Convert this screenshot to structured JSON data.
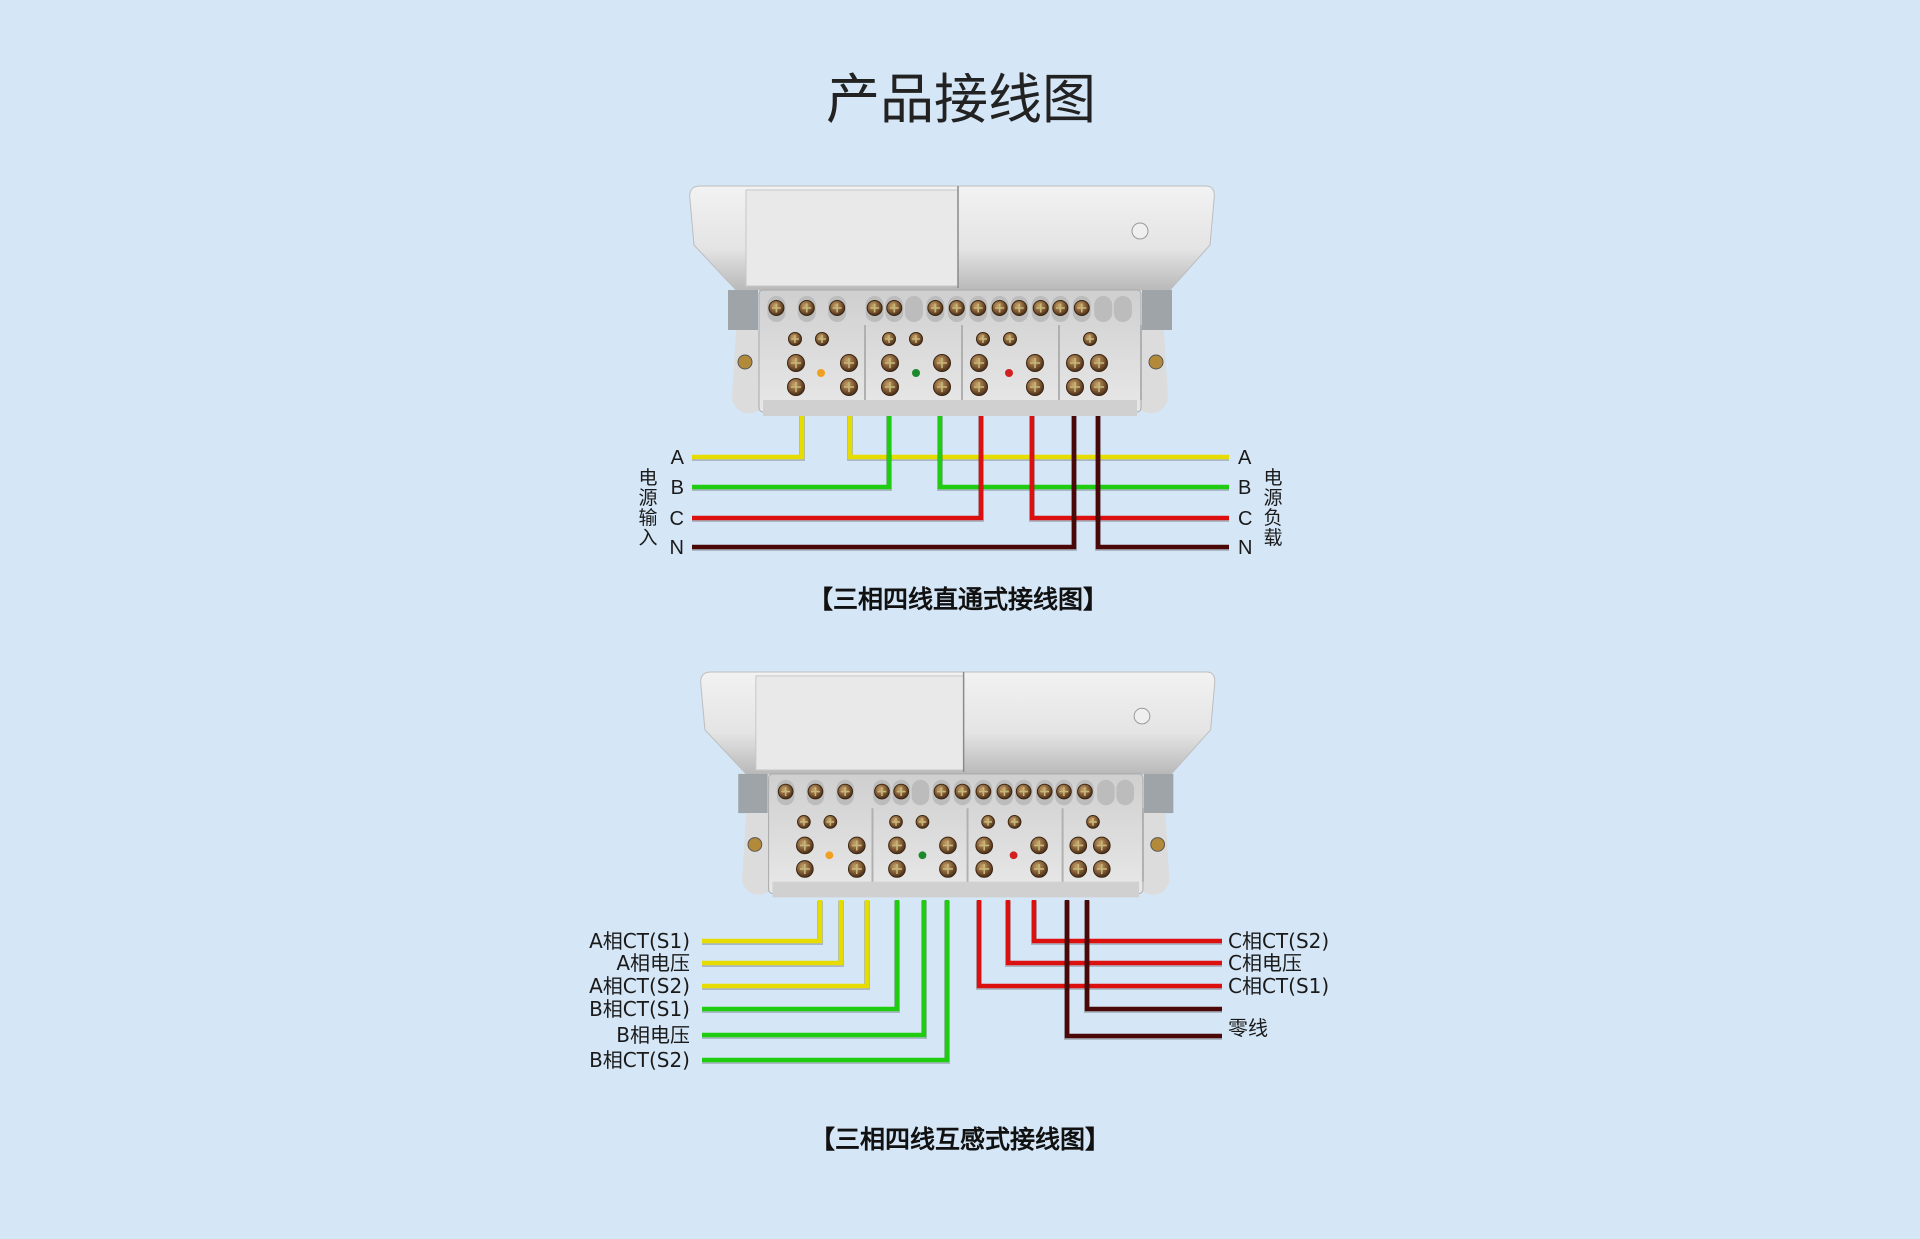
{
  "title": "产品接线图",
  "colors": {
    "background": "#d5e6f7",
    "A": "#e6dc00",
    "B": "#1fcc10",
    "C": "#dd1010",
    "N": "#4a0806"
  },
  "diagram1": {
    "caption": "【三相四线直通式接线图】",
    "left_group": "电源输入",
    "right_group": "电源负载",
    "left_labels": [
      "A",
      "B",
      "C",
      "N"
    ],
    "right_labels": [
      "A",
      "B",
      "C",
      "N"
    ]
  },
  "diagram2": {
    "caption": "【三相四线互感式接线图】",
    "left_labels": [
      "A相CT(S1)",
      "A相电压",
      "A相CT(S2)",
      "B相CT(S1)",
      "B相电压",
      "B相CT(S2)"
    ],
    "right_labels": [
      "C相CT(S2)",
      "C相电压",
      "C相CT(S1)",
      "零线"
    ]
  }
}
